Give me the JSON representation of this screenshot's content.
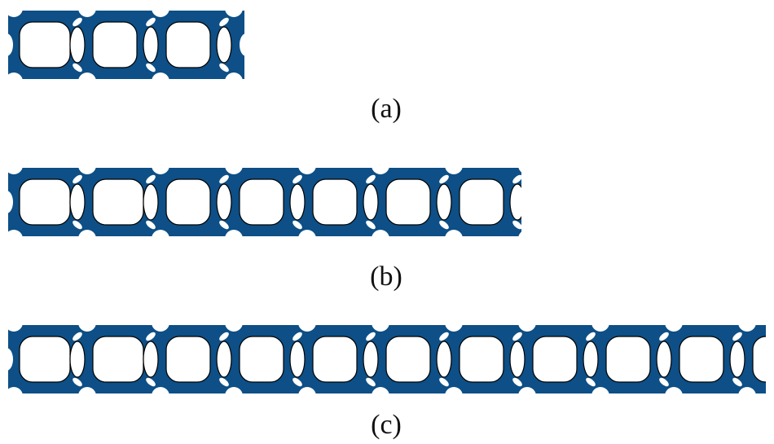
{
  "colors": {
    "material": "#0d4f86",
    "hole": "#ffffff",
    "outline": "#000000"
  },
  "panels": [
    {
      "id": "a",
      "label": "(a)",
      "cells": 3
    },
    {
      "id": "b",
      "label": "(b)",
      "cells": 7
    },
    {
      "id": "c",
      "label": "(c)",
      "cells": 11
    }
  ]
}
